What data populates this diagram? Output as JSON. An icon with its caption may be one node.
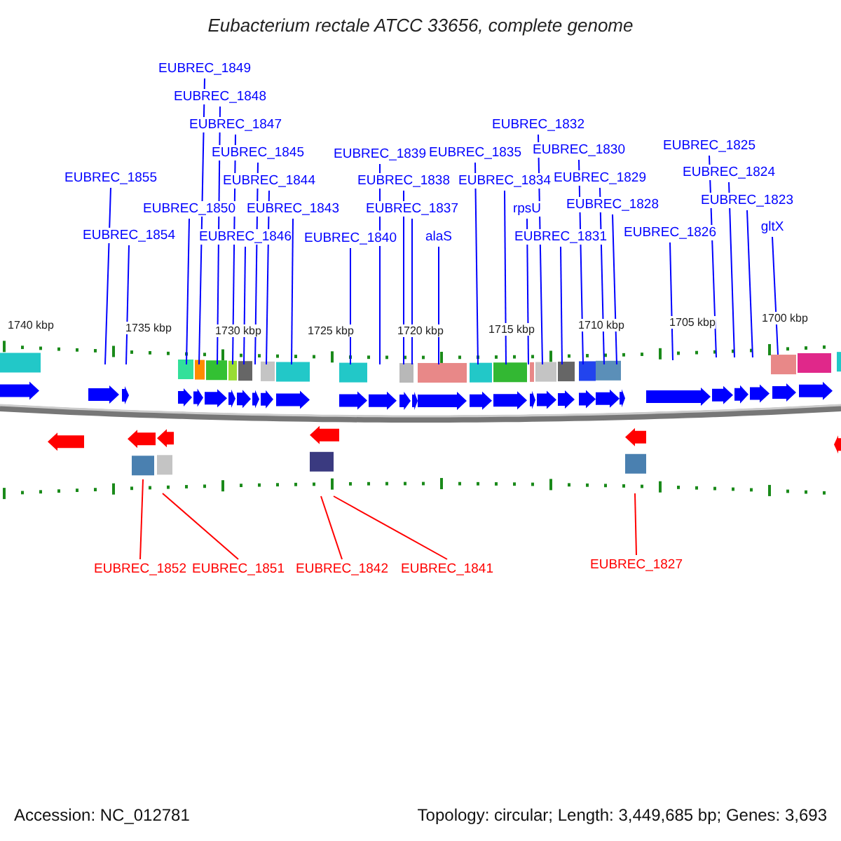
{
  "diagram": {
    "title": "Eubacterium rectale ATCC 33656, complete genome",
    "nodes": [
      {
        "text": [
          "EUBREC_1855"
        ]
      },
      {
        "text": [
          "EUBREC_1854"
        ]
      },
      {
        "text": [
          "EUBREC_1850"
        ]
      },
      {
        "text": [
          "EUBREC_1849"
        ]
      },
      {
        "text": [
          "EUBREC_1848"
        ]
      },
      {
        "text": [
          "EUBREC_1847"
        ]
      },
      {
        "text": [
          "EUBREC_1846"
        ]
      },
      {
        "text": [
          "EUBREC_1845"
        ]
      },
      {
        "text": [
          "EUBREC_1844"
        ]
      },
      {
        "text": [
          "EUBREC_1843"
        ]
      },
      {
        "text": [
          "EUBREC_1840"
        ]
      },
      {
        "text": [
          "EUBREC_1839"
        ]
      },
      {
        "text": [
          "EUBREC_1838"
        ]
      },
      {
        "text": [
          "EUBREC_1837"
        ]
      },
      {
        "text": [
          "alaS"
        ]
      },
      {
        "text": [
          "EUBREC_1835"
        ]
      },
      {
        "text": [
          "EUBREC_1834"
        ]
      },
      {
        "text": [
          "rpsU"
        ]
      },
      {
        "text": [
          "EUBREC_1832"
        ]
      },
      {
        "text": [
          "EUBREC_1831"
        ]
      },
      {
        "text": [
          "EUBREC_1830"
        ]
      },
      {
        "text": [
          "EUBREC_1829"
        ]
      },
      {
        "text": [
          "EUBREC_1828"
        ]
      },
      {
        "text": [
          "EUBREC_1826"
        ]
      },
      {
        "text": [
          "EUBREC_1825"
        ]
      },
      {
        "text": [
          "EUBREC_1824"
        ]
      },
      {
        "text": [
          "EUBREC_1823"
        ]
      },
      {
        "text": [
          "gltX"
        ]
      },
      {
        "text": [
          "EUBREC_1852"
        ]
      },
      {
        "text": [
          "EUBREC_1851"
        ]
      },
      {
        "text": [
          "EUBREC_1842"
        ]
      },
      {
        "text": [
          "EUBREC_1841"
        ]
      },
      {
        "text": [
          "EUBREC_1827"
        ]
      }
    ],
    "edges": [
      {
        "from": 0,
        "to": null,
        "arrow": "none"
      },
      {
        "from": 1,
        "to": null,
        "arrow": "none"
      },
      {
        "from": 2,
        "to": null,
        "arrow": "none"
      },
      {
        "from": 3,
        "to": null,
        "arrow": "none"
      },
      {
        "from": 4,
        "to": null,
        "arrow": "none"
      },
      {
        "from": 5,
        "to": null,
        "arrow": "none"
      },
      {
        "from": 6,
        "to": null,
        "arrow": "none"
      },
      {
        "from": 7,
        "to": null,
        "arrow": "none"
      },
      {
        "from": 8,
        "to": null,
        "arrow": "none"
      },
      {
        "from": 9,
        "to": null,
        "arrow": "none"
      },
      {
        "from": 10,
        "to": null,
        "arrow": "none"
      },
      {
        "from": 11,
        "to": null,
        "arrow": "none"
      },
      {
        "from": 12,
        "to": null,
        "arrow": "none"
      },
      {
        "from": 13,
        "to": null,
        "arrow": "none"
      },
      {
        "from": 14,
        "to": null,
        "arrow": "none"
      },
      {
        "from": 15,
        "to": null,
        "arrow": "none"
      },
      {
        "from": 16,
        "to": null,
        "arrow": "none"
      },
      {
        "from": 17,
        "to": null,
        "arrow": "none"
      },
      {
        "from": 18,
        "to": null,
        "arrow": "none"
      },
      {
        "from": 19,
        "to": null,
        "arrow": "none"
      },
      {
        "from": 20,
        "to": null,
        "arrow": "none"
      },
      {
        "from": 21,
        "to": null,
        "arrow": "none"
      },
      {
        "from": 22,
        "to": null,
        "arrow": "none"
      },
      {
        "from": 23,
        "to": null,
        "arrow": "none"
      },
      {
        "from": 24,
        "to": null,
        "arrow": "none"
      },
      {
        "from": 25,
        "to": null,
        "arrow": "none"
      },
      {
        "from": 26,
        "to": null,
        "arrow": "none"
      },
      {
        "from": 27,
        "to": null,
        "arrow": "none"
      },
      {
        "from": 28,
        "to": null,
        "arrow": "none",
        "color": "#ff0000"
      },
      {
        "from": 29,
        "to": null,
        "arrow": "none",
        "color": "#ff0000"
      },
      {
        "from": 30,
        "to": null,
        "arrow": "none",
        "color": "#ff0000"
      },
      {
        "from": 31,
        "to": null,
        "arrow": "none",
        "color": "#ff0000"
      },
      {
        "from": 32,
        "to": null,
        "arrow": "none",
        "color": "#ff0000"
      }
    ],
    "labels": [
      "1740 kbp",
      "1735 kbp",
      "1730 kbp",
      "1725 kbp",
      "1720 kbp",
      "1715 kbp",
      "1710 kbp",
      "1705 kbp",
      "1700 kbp",
      "Accession: NC_012781",
      "Topology: circular; Length: 3,449,685 bp; Genes: 3,693"
    ]
  }
}
